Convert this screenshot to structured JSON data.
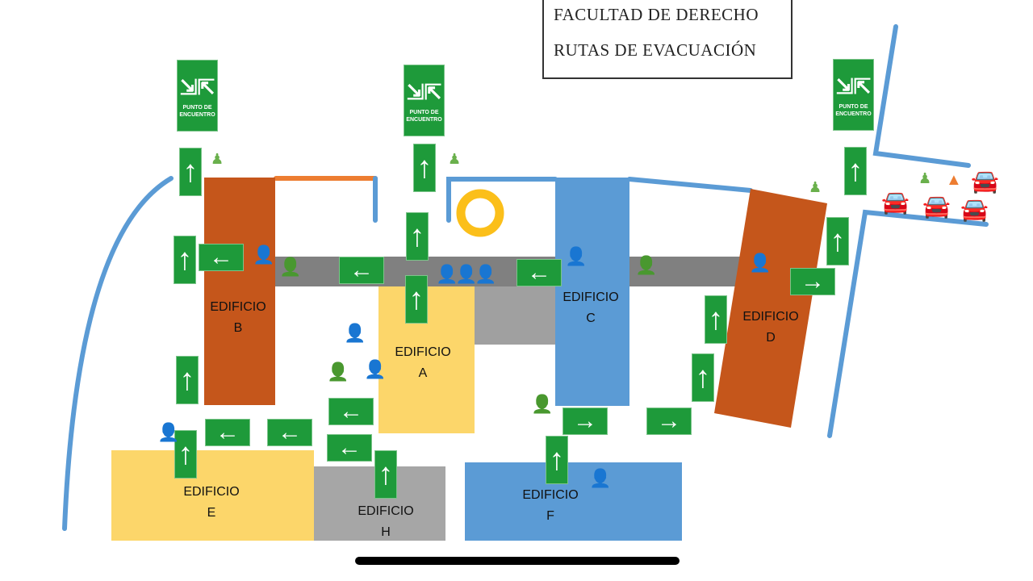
{
  "title": {
    "line1": "FACULTAD  DE  DERECHO",
    "line2": "RUTAS DE EVACUACIÓN"
  },
  "buildings": {
    "A": "EDIFICIO A",
    "B": "EDIFICIO B",
    "C": "EDIFICIO C",
    "D": "EDIFICIO D",
    "E": "EDIFICIO E",
    "F": "EDIFICIO F",
    "H": "EDIFICIO H"
  },
  "building_word": "EDIFICIO",
  "meeting_point": {
    "line1": "PUNTO DE",
    "line2": "ENCUENTRO"
  },
  "colors": {
    "sign": "#1e9a3a",
    "route": "#5b9bd5",
    "orange": "#c5561b",
    "yellow": "#fcd66a",
    "gray": "#808080"
  }
}
